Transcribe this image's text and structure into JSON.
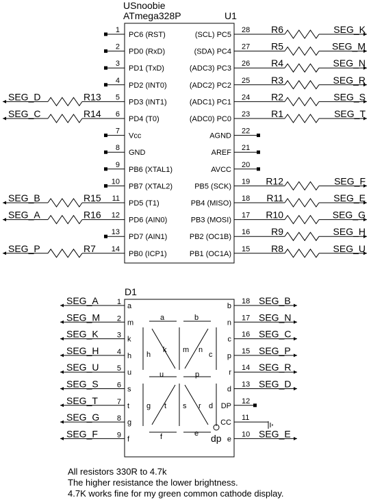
{
  "u1": {
    "title": "USnoobie",
    "subtitle": "ATmega328P",
    "ref": "U1",
    "left_pins": [
      {
        "num": "1",
        "name": "PC6 (RST)",
        "net": "",
        "res": ""
      },
      {
        "num": "2",
        "name": "PD0 (RxD)",
        "net": "",
        "res": ""
      },
      {
        "num": "3",
        "name": "PD1 (TxD)",
        "net": "",
        "res": ""
      },
      {
        "num": "4",
        "name": "PD2 (INT0)",
        "net": "",
        "res": ""
      },
      {
        "num": "5",
        "name": "PD3 (INT1)",
        "net": "SEG_D",
        "res": "R13"
      },
      {
        "num": "6",
        "name": "PD4 (T0)",
        "net": "SEG_C",
        "res": "R14"
      },
      {
        "num": "7",
        "name": "Vcc",
        "net": "",
        "res": ""
      },
      {
        "num": "8",
        "name": "GND",
        "net": "",
        "res": ""
      },
      {
        "num": "9",
        "name": "PB6 (XTAL1)",
        "net": "",
        "res": ""
      },
      {
        "num": "10",
        "name": "PB7 (XTAL2)",
        "net": "",
        "res": ""
      },
      {
        "num": "11",
        "name": "PD5 (T1)",
        "net": "SEG_B",
        "res": "R15"
      },
      {
        "num": "12",
        "name": "PD6 (AIN0)",
        "net": "SEG_A",
        "res": "R16"
      },
      {
        "num": "13",
        "name": "PD7 (AIN1)",
        "net": "",
        "res": ""
      },
      {
        "num": "14",
        "name": "PB0 (ICP1)",
        "net": "SEG_P",
        "res": "R7"
      }
    ],
    "right_pins": [
      {
        "num": "28",
        "name": "(SCL) PC5",
        "net": "SEG_K",
        "res": "R6"
      },
      {
        "num": "27",
        "name": "(SDA) PC4",
        "net": "SEG_M",
        "res": "R5"
      },
      {
        "num": "26",
        "name": "(ADC3) PC3",
        "net": "SEG_N",
        "res": "R4"
      },
      {
        "num": "25",
        "name": "(ADC2) PC2",
        "net": "SEG_R",
        "res": "R3"
      },
      {
        "num": "24",
        "name": "(ADC1) PC1",
        "net": "SEG_S",
        "res": "R2"
      },
      {
        "num": "23",
        "name": "(ADC0) PC0",
        "net": "SEG_T",
        "res": "R1"
      },
      {
        "num": "22",
        "name": "AGND",
        "net": "",
        "res": ""
      },
      {
        "num": "21",
        "name": "AREF",
        "net": "",
        "res": ""
      },
      {
        "num": "20",
        "name": "AVCC",
        "net": "",
        "res": ""
      },
      {
        "num": "19",
        "name": "PB5 (SCK)",
        "net": "SEG_F",
        "res": "R12"
      },
      {
        "num": "18",
        "name": "PB4 (MISO)",
        "net": "SEG_E",
        "res": "R11"
      },
      {
        "num": "17",
        "name": "PB3 (MOSI)",
        "net": "SEG_G",
        "res": "R10"
      },
      {
        "num": "16",
        "name": "PB2 (OC1B)",
        "net": "SEG_H",
        "res": "R9"
      },
      {
        "num": "15",
        "name": "PB1 (OC1A)",
        "net": "SEG_U",
        "res": "R8"
      }
    ]
  },
  "d1": {
    "ref": "D1",
    "left_pins": [
      {
        "num": "1",
        "name": "a",
        "net": "SEG_A"
      },
      {
        "num": "2",
        "name": "m",
        "net": "SEG_M"
      },
      {
        "num": "3",
        "name": "k",
        "net": "SEG_K"
      },
      {
        "num": "4",
        "name": "h",
        "net": "SEG_H"
      },
      {
        "num": "5",
        "name": "u",
        "net": "SEG_U"
      },
      {
        "num": "6",
        "name": "s",
        "net": "SEG_S"
      },
      {
        "num": "7",
        "name": "t",
        "net": "SEG_T"
      },
      {
        "num": "8",
        "name": "g",
        "net": "SEG_G"
      },
      {
        "num": "9",
        "name": "f",
        "net": "SEG_F"
      }
    ],
    "right_pins": [
      {
        "num": "18",
        "name": "b",
        "net": "SEG_B"
      },
      {
        "num": "17",
        "name": "n",
        "net": "SEG_N"
      },
      {
        "num": "16",
        "name": "c",
        "net": "SEG_C"
      },
      {
        "num": "15",
        "name": "p",
        "net": "SEG_P"
      },
      {
        "num": "14",
        "name": "r",
        "net": "SEG_R"
      },
      {
        "num": "13",
        "name": "d",
        "net": "SEG_D"
      },
      {
        "num": "12",
        "name": "DP",
        "net": ""
      },
      {
        "num": "11",
        "name": "CC",
        "net": ""
      },
      {
        "num": "10",
        "name": "e",
        "net": "SEG_E"
      }
    ],
    "segments": {
      "a": "a",
      "b": "b",
      "k": "k",
      "m": "m",
      "n": "n",
      "h": "h",
      "c": "c",
      "u": "u",
      "p": "p",
      "g": "g",
      "t": "t",
      "s": "s",
      "r": "r",
      "d": "d",
      "f": "f",
      "e": "e",
      "dp": "dp"
    }
  },
  "notes": [
    "All resistors 330R to 4.7k",
    "The higher resistance the lower brightness.",
    "4.7K works fine for my green common cathode display."
  ]
}
